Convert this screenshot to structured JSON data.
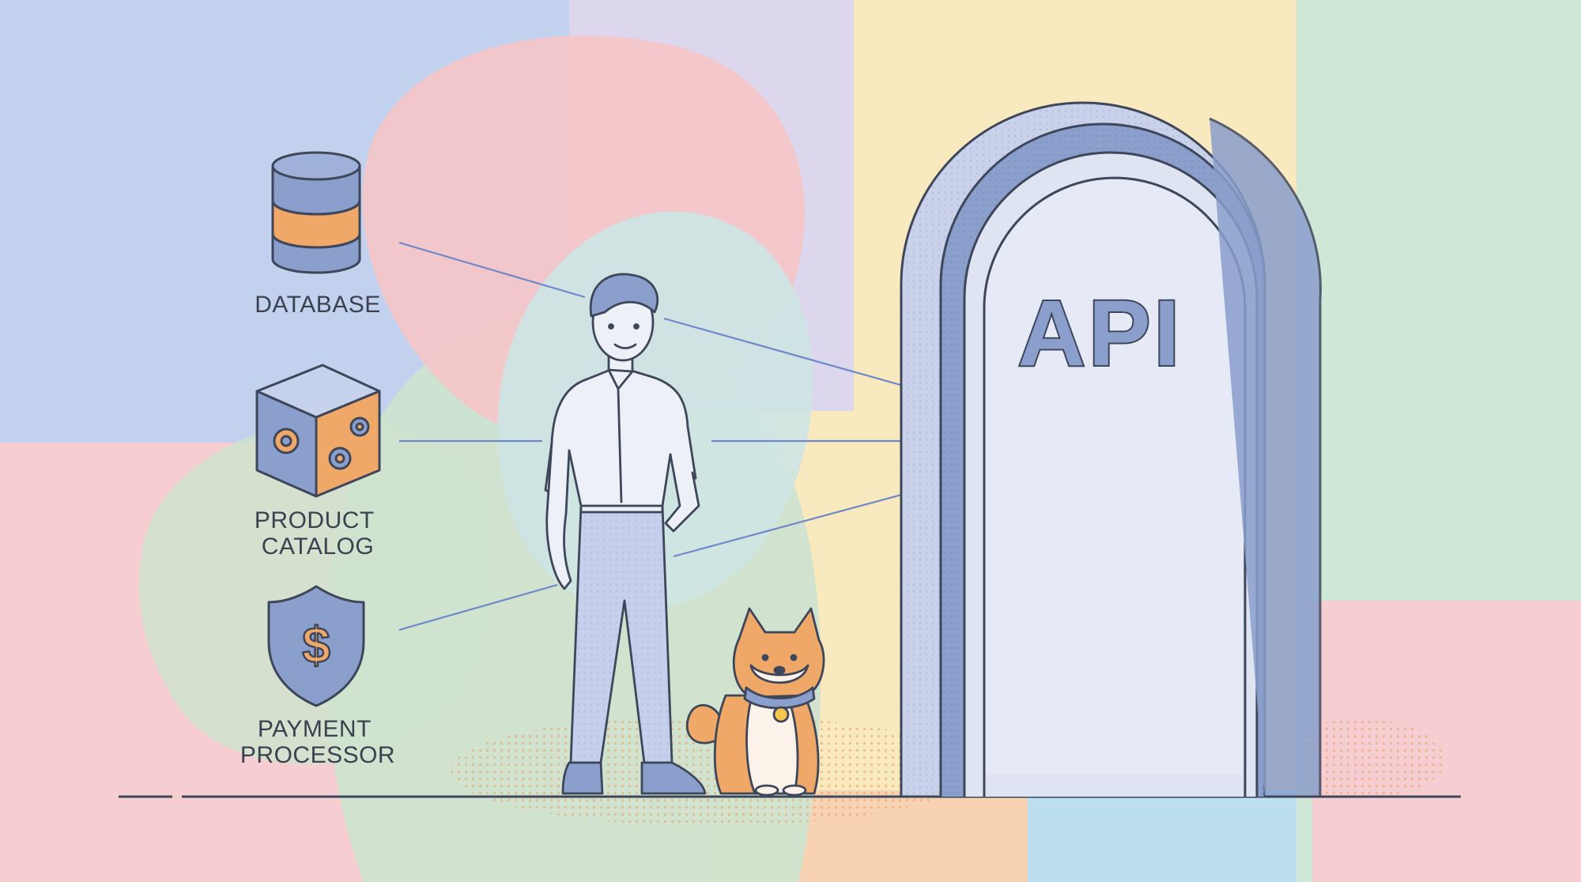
{
  "diagram": {
    "sources": [
      {
        "id": "database",
        "lines": [
          "DATABASE"
        ],
        "icon": "database-icon"
      },
      {
        "id": "product-catalog",
        "lines": [
          "PRODUCT",
          "CATALOG"
        ],
        "icon": "gear-cube-icon"
      },
      {
        "id": "payment-processor",
        "lines": [
          "PAYMENT",
          "PROCESSOR"
        ],
        "icon": "dollar-shield-icon"
      }
    ],
    "gateway": {
      "label": "API",
      "icon": "arch-door-icon"
    },
    "figures": [
      {
        "name": "person",
        "icon": "person-icon"
      },
      {
        "name": "dog",
        "icon": "shiba-dog-icon"
      }
    ],
    "colors": {
      "line": "#6f88c9",
      "stroke": "#3e465a",
      "accent_blue": "#8a9fcc",
      "accent_orange": "#f0a868",
      "door_fill": "#e6e9f6"
    }
  }
}
